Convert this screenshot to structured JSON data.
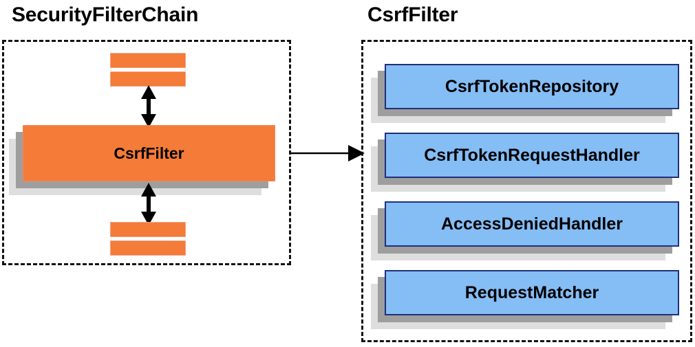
{
  "diagram": {
    "background_color": "#ffffff",
    "panels": [
      {
        "id": "security-filter-chain",
        "title": "SecurityFilterChain",
        "border_style": "dashed",
        "border_color": "#111111"
      },
      {
        "id": "csrf-filter",
        "title": "CsrfFilter",
        "border_style": "dashed",
        "border_color": "#111111"
      }
    ],
    "left_panel": {
      "title": "SecurityFilterChain",
      "top_bars": [
        {
          "name": "filter-bar-top-1",
          "label": ""
        },
        {
          "name": "filter-bar-top-2",
          "label": ""
        }
      ],
      "main_box": {
        "label": "CsrfFilter",
        "fill_color": "#f47b38",
        "border_color": "#f08a5b"
      },
      "bottom_bars": [
        {
          "name": "filter-bar-bottom-1",
          "label": ""
        },
        {
          "name": "filter-bar-bottom-2",
          "label": ""
        }
      ],
      "arrows": [
        {
          "name": "arrow-up-down-top",
          "direction": "bidirectional"
        },
        {
          "name": "arrow-up-down-bottom",
          "direction": "bidirectional"
        }
      ]
    },
    "right_panel": {
      "title": "CsrfFilter",
      "components": [
        {
          "label": "CsrfTokenRepository"
        },
        {
          "label": "CsrfTokenRequestHandler"
        },
        {
          "label": "AccessDeniedHandler"
        },
        {
          "label": "RequestMatcher"
        }
      ],
      "fill_color": "#85bdf5",
      "border_color": "#1f2f7a",
      "shadow_colors": {
        "dark": "#9e9e9e",
        "light": "#dedede"
      }
    },
    "connector": {
      "name": "panel-connector-arrow",
      "direction": "left-to-right",
      "color": "#000000"
    }
  }
}
